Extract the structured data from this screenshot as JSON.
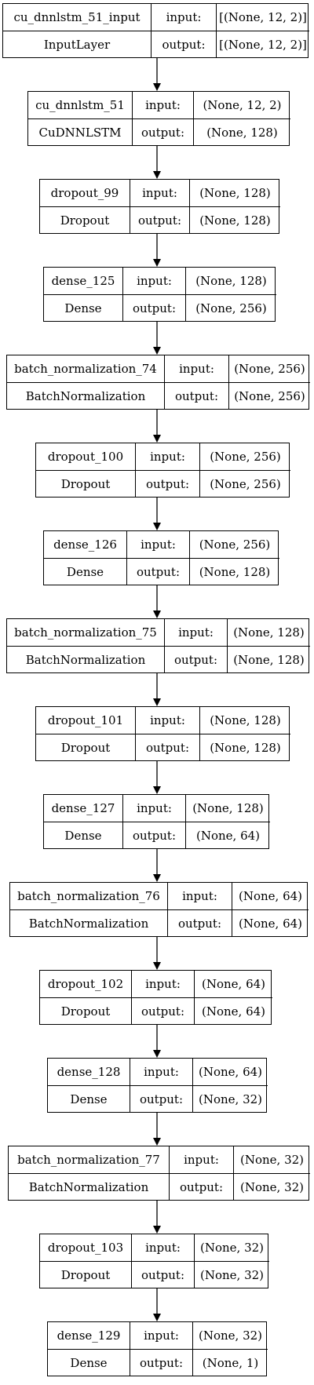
{
  "io_labels": {
    "input": "input:",
    "output": "output:"
  },
  "layers": [
    {
      "name": "cu_dnnlstm_51_input",
      "type": "InputLayer",
      "input": "[(None, 12, 2)]",
      "output": "[(None, 12, 2)]"
    },
    {
      "name": "cu_dnnlstm_51",
      "type": "CuDNNLSTM",
      "input": "(None, 12, 2)",
      "output": "(None, 128)"
    },
    {
      "name": "dropout_99",
      "type": "Dropout",
      "input": "(None, 128)",
      "output": "(None, 128)"
    },
    {
      "name": "dense_125",
      "type": "Dense",
      "input": "(None, 128)",
      "output": "(None, 256)"
    },
    {
      "name": "batch_normalization_74",
      "type": "BatchNormalization",
      "input": "(None, 256)",
      "output": "(None, 256)"
    },
    {
      "name": "dropout_100",
      "type": "Dropout",
      "input": "(None, 256)",
      "output": "(None, 256)"
    },
    {
      "name": "dense_126",
      "type": "Dense",
      "input": "(None, 256)",
      "output": "(None, 128)"
    },
    {
      "name": "batch_normalization_75",
      "type": "BatchNormalization",
      "input": "(None, 128)",
      "output": "(None, 128)"
    },
    {
      "name": "dropout_101",
      "type": "Dropout",
      "input": "(None, 128)",
      "output": "(None, 128)"
    },
    {
      "name": "dense_127",
      "type": "Dense",
      "input": "(None, 128)",
      "output": "(None, 64)"
    },
    {
      "name": "batch_normalization_76",
      "type": "BatchNormalization",
      "input": "(None, 64)",
      "output": "(None, 64)"
    },
    {
      "name": "dropout_102",
      "type": "Dropout",
      "input": "(None, 64)",
      "output": "(None, 64)"
    },
    {
      "name": "dense_128",
      "type": "Dense",
      "input": "(None, 64)",
      "output": "(None, 32)"
    },
    {
      "name": "batch_normalization_77",
      "type": "BatchNormalization",
      "input": "(None, 32)",
      "output": "(None, 32)"
    },
    {
      "name": "dropout_103",
      "type": "Dropout",
      "input": "(None, 32)",
      "output": "(None, 32)"
    },
    {
      "name": "dense_129",
      "type": "Dense",
      "input": "(None, 32)",
      "output": "(None, 1)"
    }
  ]
}
